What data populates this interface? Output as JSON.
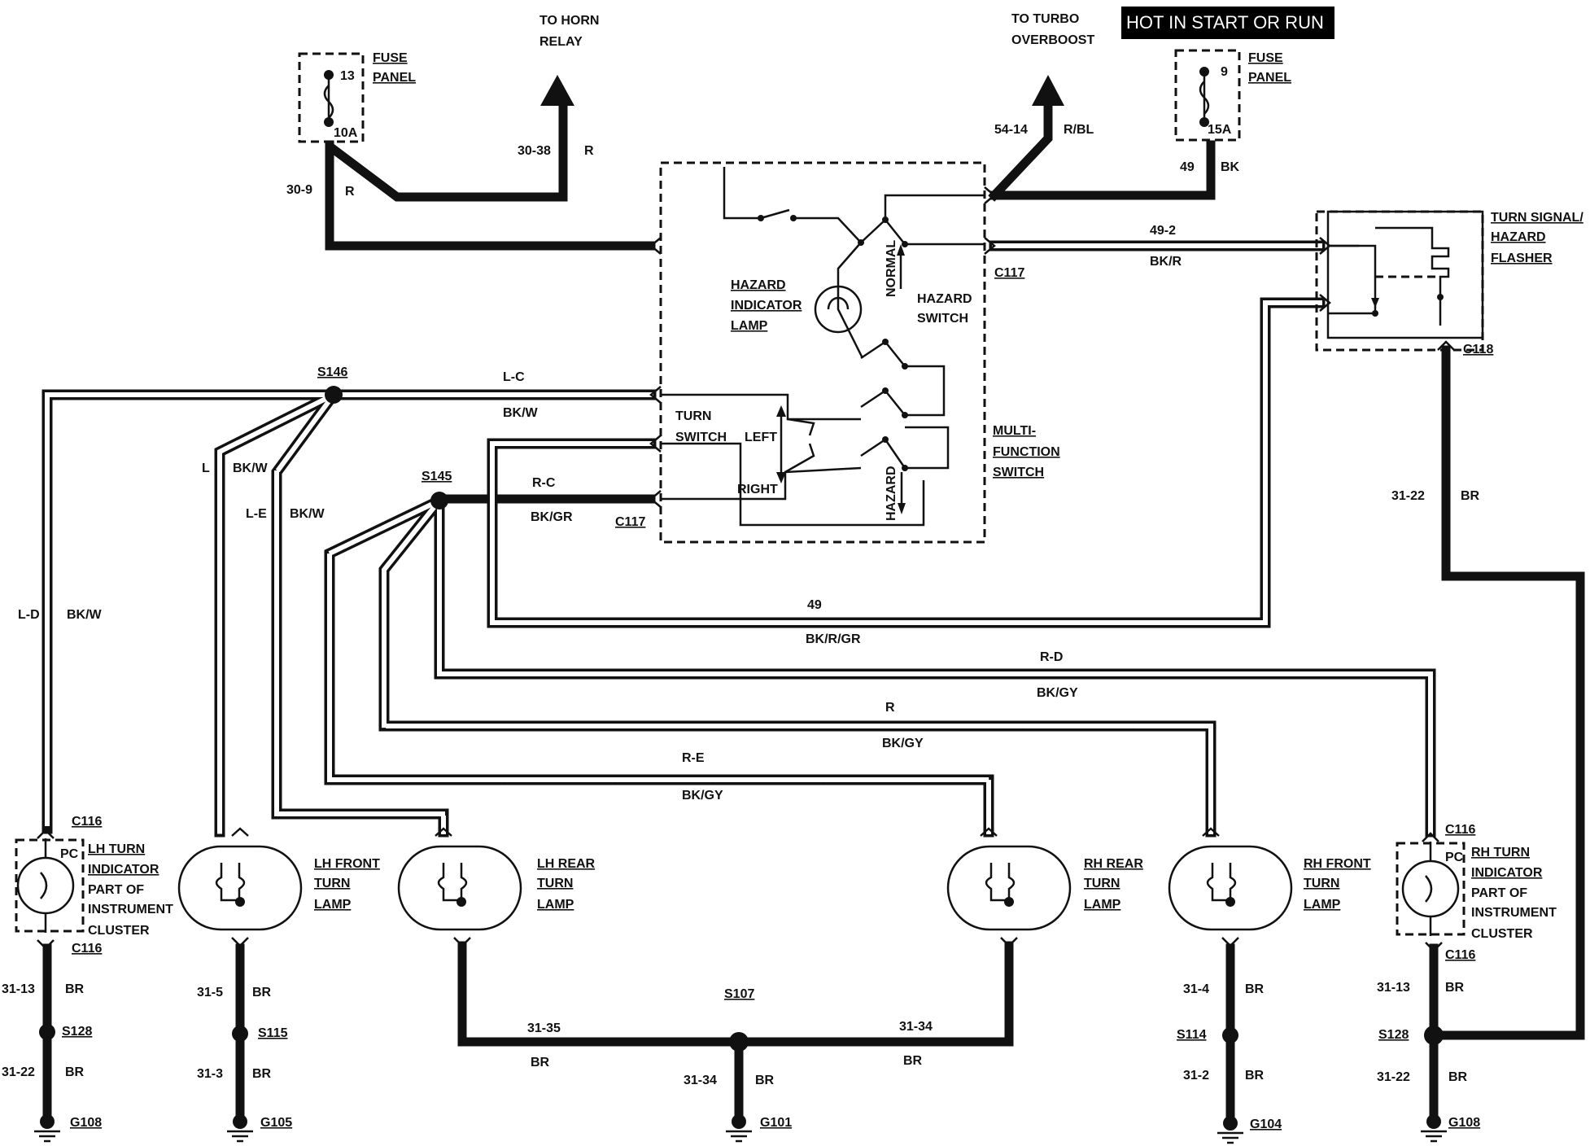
{
  "banner": "HOT IN START OR RUN",
  "top_labels": {
    "to_horn_relay": [
      "TO HORN",
      "RELAY"
    ],
    "to_turbo_overboost": [
      "TO TURBO",
      "OVERBOOST"
    ]
  },
  "fuse_left": {
    "number": "13",
    "rating": "10A",
    "label": [
      "FUSE",
      "PANEL"
    ]
  },
  "fuse_right": {
    "number": "9",
    "rating": "15A",
    "label": [
      "FUSE",
      "PANEL"
    ]
  },
  "wires": {
    "w30_38": "30-38",
    "w30_38_color": "R",
    "w30_9": "30-9",
    "w30_9_color": "R",
    "w54_14": "54-14",
    "w54_14_color": "R/BL",
    "w49": "49",
    "w49_color": "BK",
    "w49_2": "49-2",
    "w49_2_color": "BK/R",
    "lc": "L-C",
    "lc_color": "BK/W",
    "l": "L",
    "l_color": "BK/W",
    "le": "L-E",
    "le_color": "BK/W",
    "ld": "L-D",
    "ld_color": "BK/W",
    "rc": "R-C",
    "rc_color": "BK/GR",
    "w49b": "49",
    "w49b_color": "BK/R/GR",
    "rd": "R-D",
    "rd_color": "BK/GY",
    "r": "R",
    "r_color": "BK/GY",
    "re": "R-E",
    "re_color": "BK/GY",
    "w31_22_right": "31-22",
    "w31_22_right_color": "BR"
  },
  "components": {
    "hazard_lamp": [
      "HAZARD",
      "INDICATOR",
      "LAMP"
    ],
    "hazard_switch": [
      "HAZARD",
      "SWITCH"
    ],
    "normal": "NORMAL",
    "hazard_pos": "HAZARD",
    "turn_switch": [
      "TURN",
      "SWITCH"
    ],
    "left": "LEFT",
    "right": "RIGHT",
    "multi_function": [
      "MULTI-",
      "FUNCTION",
      "SWITCH"
    ],
    "flasher": [
      "TURN SIGNAL/",
      "HAZARD",
      "FLASHER"
    ]
  },
  "connectors": {
    "c117_top": "C117",
    "c117_bottom": "C117",
    "c118": "C118",
    "s146": "S146",
    "s145": "S145"
  },
  "lamps": {
    "lh_indicator": {
      "label": [
        "LH TURN",
        "INDICATOR",
        "PART OF",
        "INSTRUMENT",
        "CLUSTER"
      ],
      "pc": "PC",
      "c_top": "C116",
      "c_bottom": "C116"
    },
    "lh_front": {
      "label": [
        "LH FRONT",
        "TURN",
        "LAMP"
      ]
    },
    "lh_rear": {
      "label": [
        "LH REAR",
        "TURN",
        "LAMP"
      ]
    },
    "rh_rear": {
      "label": [
        "RH REAR",
        "TURN",
        "LAMP"
      ]
    },
    "rh_front": {
      "label": [
        "RH FRONT",
        "TURN",
        "LAMP"
      ]
    },
    "rh_indicator": {
      "label": [
        "RH TURN",
        "INDICATOR",
        "PART OF",
        "INSTRUMENT",
        "CLUSTER"
      ],
      "pc": "PC",
      "c_top": "C116",
      "c_bottom": "C116"
    }
  },
  "grounds": {
    "g1": {
      "wire_a": "31-13",
      "color_a": "BR",
      "splice": "S128",
      "wire_b": "31-22",
      "color_b": "BR",
      "ground": "G108"
    },
    "g2": {
      "wire_a": "31-5",
      "color_a": "BR",
      "splice": "S115",
      "wire_b": "31-3",
      "color_b": "BR",
      "ground": "G105"
    },
    "g3": {
      "wire_l": "31-35",
      "color_l": "BR",
      "splice": "S107",
      "wire_r": "31-34",
      "color_r": "BR",
      "wire_down": "31-34",
      "color_down": "BR",
      "ground": "G101"
    },
    "g4": {
      "wire_a": "31-4",
      "color_a": "BR",
      "splice": "S114",
      "wire_b": "31-2",
      "color_b": "BR",
      "ground": "G104"
    },
    "g5": {
      "wire_a": "31-13",
      "color_a": "BR",
      "splice": "S128",
      "wire_b": "31-22",
      "color_b": "BR",
      "ground": "G108"
    }
  }
}
